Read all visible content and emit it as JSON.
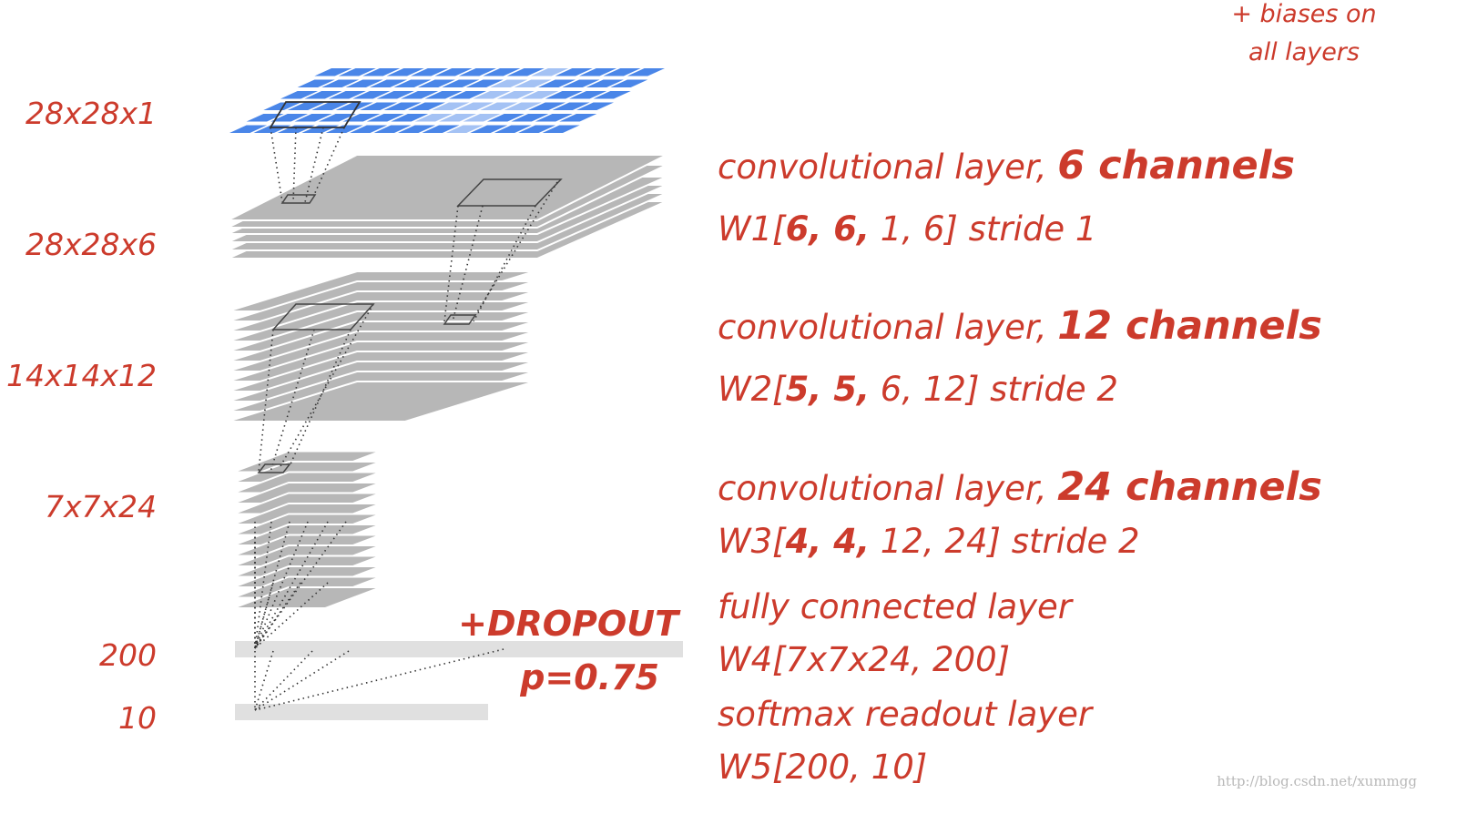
{
  "note": {
    "line1": "+ biases on",
    "line2": "all layers"
  },
  "size_labels": [
    "28x28x1",
    "28x28x6",
    "14x14x12",
    "7x7x24",
    "200",
    "10"
  ],
  "layers": [
    {
      "line1_pre": "convolutional layer, ",
      "line1_bold": "6 channels",
      "line2_pre": "W1[",
      "line2_bold": "6, 6,",
      "line2_post": " 1, 6] stride 1"
    },
    {
      "line1_pre": "convolutional layer, ",
      "line1_bold": "12 channels",
      "line2_pre": "W2[",
      "line2_bold": "5, 5,",
      "line2_post": " 6, 12] stride 2"
    },
    {
      "line1_pre": "convolutional layer, ",
      "line1_bold": "24 channels",
      "line2_pre": "W3[",
      "line2_bold": "4, 4,",
      "line2_post": " 12, 24] stride 2"
    },
    {
      "line1": "fully connected layer",
      "line2": "W4[7x7x24, 200]"
    },
    {
      "line1": "softmax readout layer",
      "line2": "W5[200, 10]"
    }
  ],
  "dropout": {
    "label": "+DROPOUT",
    "p": "p=0.75"
  },
  "watermark": "http://blog.csdn.net/xummgg",
  "colors": {
    "annotation_red": "#cc3b2c",
    "grid_blue": "#4a86e8",
    "grid_light_blue": "#a4c2f4",
    "layer_grey": "#b7b7b7",
    "fc_grey": "#e0e0e0"
  }
}
